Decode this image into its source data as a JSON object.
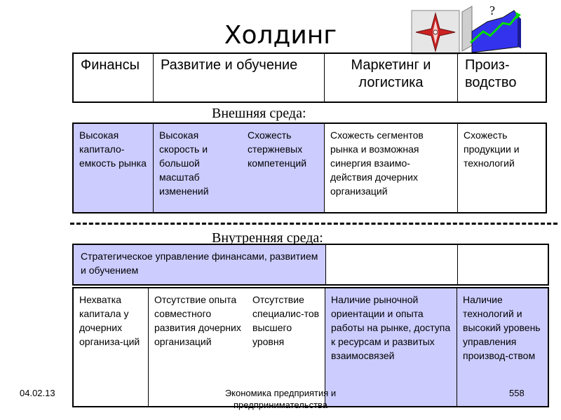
{
  "slide": {
    "title": "Холдинг",
    "question_mark": "?"
  },
  "header_row": [
    "Финансы",
    "Развитие и обучение",
    "Маркетинг и логистика",
    "Произ-водство"
  ],
  "external": {
    "label": "Внешняя среда:",
    "cells": {
      "c1": "Высокая капитало-емкость рынка",
      "c2a": "Высокая скорость и большой масштаб изменений",
      "c2b": "Схожесть стержневых компетенций",
      "c3": "Схожесть сегментов рынка и возможная синергия взаимо-действия дочерних организаций",
      "c4": "Схожесть продукции и технологий"
    }
  },
  "internal": {
    "label": "Внутренняя среда:",
    "strategic": "Стратегическое управление финансами, развитием и обучением",
    "cells": {
      "c1": "Нехватка капитала у дочерних организа-ций",
      "c2a": "Отсутствие опыта совместного развития дочерних организаций",
      "c2b": "Отсутствие специалис-тов высшего уровня",
      "c3": " Наличие рыночной ориентации и опыта работы на рынке, доступа к ресурсам и развитых взаимосвязей",
      "c4": "Наличие технологий и высокий уровень управления производ-ством"
    }
  },
  "footer": {
    "date": "04.02.13",
    "subject": "Экономика предприятия и предпринимательства",
    "page": "558"
  },
  "colors": {
    "lavender": "#ccccff",
    "compass_red": "#cc2222",
    "chart_blue": "#3333ee",
    "chart_green": "#00dd00"
  },
  "icons": [
    "compass-rose-icon",
    "growth-chart-icon"
  ]
}
